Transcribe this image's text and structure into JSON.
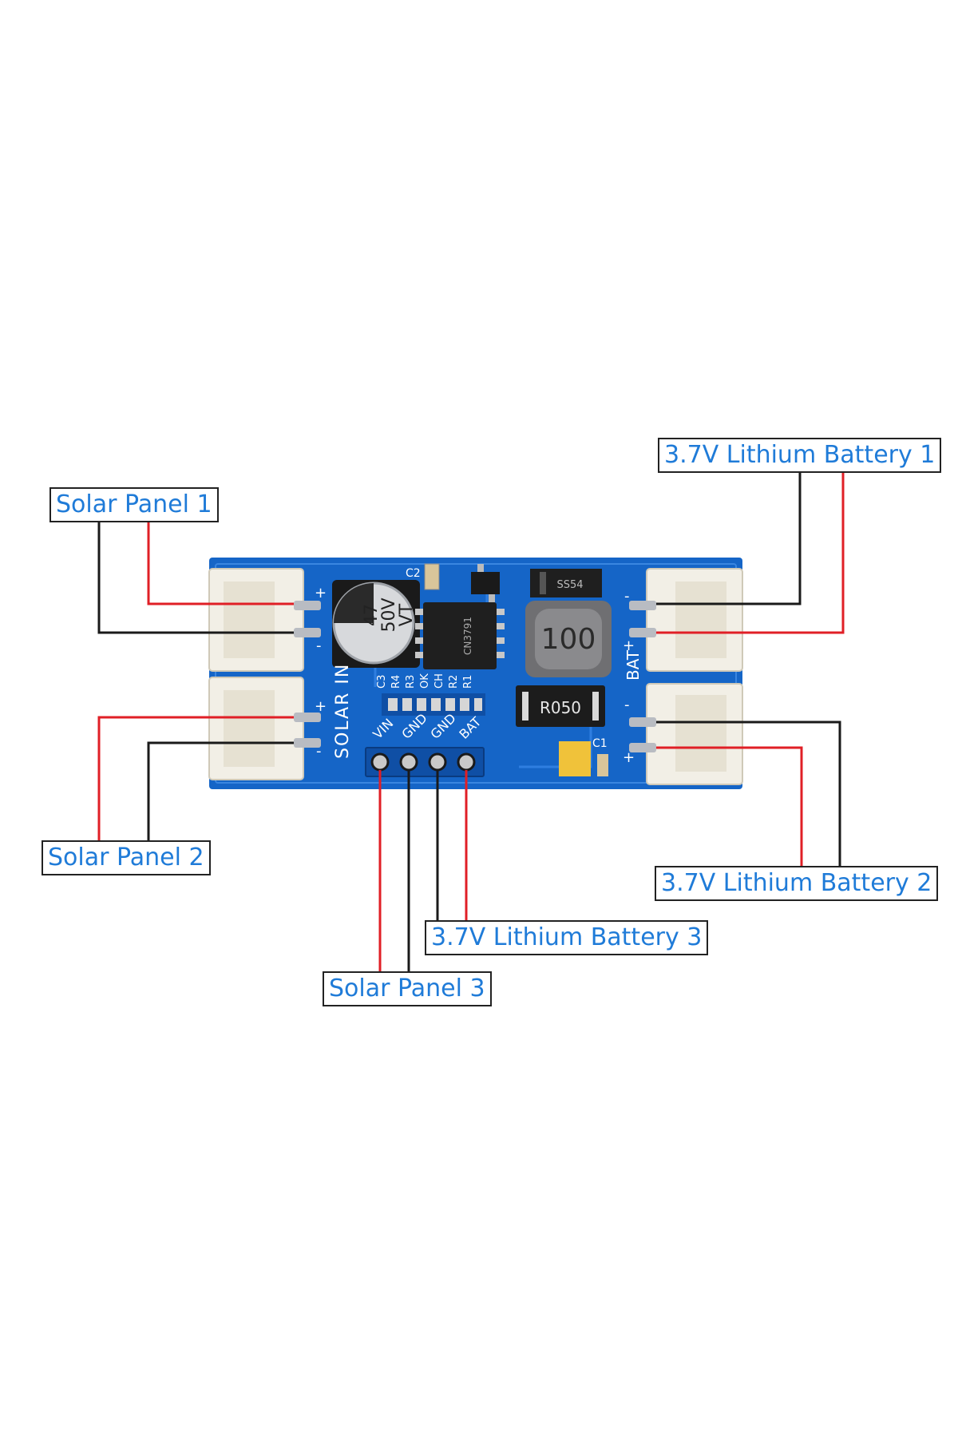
{
  "callouts": {
    "solar_panel_1": "Solar Panel 1",
    "solar_panel_2": "Solar Panel 2",
    "solar_panel_3": "Solar Panel 3",
    "battery_1": "3.7V Lithium Battery 1",
    "battery_2": "3.7V Lithium Battery 2",
    "battery_3": "3.7V Lithium Battery 3"
  },
  "board": {
    "silkscreen_solar": "SOLAR IN",
    "silkscreen_bat": "BAT",
    "plus": "+",
    "minus": "-",
    "pin_labels": [
      "VIN",
      "GND",
      "GND",
      "BAT"
    ],
    "component_labels": {
      "c2": "C2",
      "c1": "C1",
      "c3": "C3",
      "r4": "R4",
      "r3": "R3",
      "ok": "OK",
      "ch": "CH",
      "r2": "R2",
      "r1": "R1"
    },
    "capacitor_marking": [
      "47",
      "50V",
      "VT"
    ],
    "inductor_marking": "100",
    "shunt_marking": "R050",
    "diode_marking": "SS54",
    "ic_marking": "CN3791"
  },
  "colors": {
    "board_blue": "#1565c7",
    "wire_red": "#e01f26",
    "wire_black": "#1a1a1a",
    "label_blue": "#1f7bd8",
    "connector_white": "#f2efe6"
  }
}
